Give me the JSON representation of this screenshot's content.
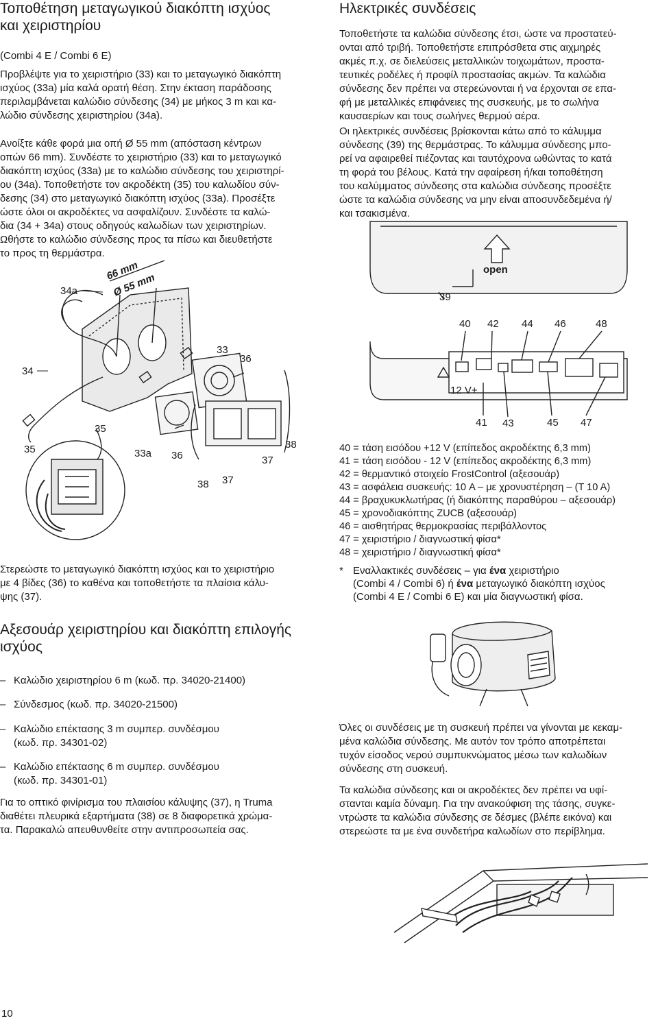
{
  "left": {
    "title": [
      "Τοποθέτηση μεταγωγικού διακόπτη ισχύος",
      "και χειριστηρίου"
    ],
    "models": "(Combi 4 E / Combi 6 E)",
    "para1": [
      "Προβλέψτε για το χειριστήριο (33) και το μεταγωγικό διακόπτη",
      "ισχύος (33a) μία καλά ορατή θέση. Στην έκταση παράδοσης",
      "περιλαμβάνεται καλώδιο σύνδεσης (34) με μήκος 3 m και κα-",
      "λώδιο σύνδεσης χειριστηρίου (34a)."
    ],
    "para2": [
      "Ανοίξτε κάθε φορά μια οπή Ø 55 mm (απόσταση κέντρων",
      "οπών 66 mm). Συνδέστε το χειριστήριο (33) και το μεταγωγικό",
      "διακόπτη ισχύος (33a) με το καλώδιο σύνδεσης του χειριστηρί-",
      "ου (34a). Τοποθετήστε τον ακροδέκτη (35) του καλωδίου σύν-",
      "δεσης (34) στο μεταγωγικό διακόπτη ισχύος (33a). Προσέξτε",
      "ώστε όλοι οι ακροδέκτες να ασφαλίζουν. Συνδέστε τα καλώ-",
      "δια (34 + 34a) στους οδηγούς καλωδίων των χειριστηρίων.",
      "Ωθήστε το καλώδιο σύνδεσης προς τα πίσω και διευθετήστε",
      "το προς τη θερμάστρα."
    ],
    "figure1": {
      "dim_spacing": "66 mm",
      "dim_hole": "Ø 55 mm",
      "labels": [
        "34a",
        "34",
        "33",
        "36",
        "35",
        "35",
        "33a",
        "36",
        "38",
        "37",
        "37",
        "38"
      ]
    },
    "para3": [
      "Στερεώστε το μεταγωγικό διακόπτη ισχύος και το χειριστήριο",
      "με 4 βίδες (36) το καθένα και τοποθετήστε τα πλαίσια κάλυ-",
      "ψης (37)."
    ],
    "accessories_title": [
      "Αξεσουάρ χειριστηρίου και διακόπτη επιλογής",
      "ισχύος"
    ],
    "accessories": [
      [
        "Καλώδιο χειριστηρίου 6 m (κωδ. πρ. 34020-21400)"
      ],
      [
        "Σύνδεσμος (κωδ. πρ. 34020-21500)"
      ],
      [
        "Καλώδιο επέκτασης 3 m συμπερ. συνδέσμου",
        "(κωδ. πρ. 34301-02)"
      ],
      [
        "Καλώδιο επέκτασης 6 m συμπερ. συνδέσμου",
        "(κωδ. πρ. 34301-01)"
      ]
    ],
    "para4": [
      "Για το οπτικό φινίρισμα του πλαισίου κάλυψης (37), η Truma",
      "διαθέτει πλευρικά εξαρτήματα (38) σε 8 διαφορετικά χρώμα-",
      "τα. Παρακαλώ απευθυνθείτε στην αντιπροσωπεία σας."
    ],
    "page_number": "10"
  },
  "right": {
    "title": "Ηλεκτρικές συνδέσεις",
    "para1": [
      "Τοποθετήστε τα καλώδια σύνδεσης έτσι, ώστε να προστατεύ-",
      "ονται από τριβή. Τοποθετήστε επιπρόσθετα στις αιχμηρές",
      "ακμές π.χ. σε διελεύσεις μεταλλικών τοιχωμάτων, προστα-",
      "τευτικές ροδέλες ή προφίλ προστασίας ακμών. Τα καλώδια",
      "σύνδεσης δεν πρέπει να στερεώνονται ή να έρχονται σε επα-",
      "φή με μεταλλικές επιφάνειες της συσκευής, με το σωλήνα",
      "καυσαερίων και τους σωλήνες θερμού αέρα."
    ],
    "para2": [
      "Οι ηλεκτρικές συνδέσεις βρίσκονται κάτω από το κάλυμμα",
      "σύνδεσης (39) της θερμάστρας. Το κάλυμμα σύνδεσης μπο-",
      "ρεί να αφαιρεθεί πιέζοντας και ταυτόχρονα ωθώντας το κατά",
      "τη φορά του βέλους. Κατά την αφαίρεση ή/και τοποθέτηση",
      "του καλύμματος σύνδεσης στα καλώδια σύνδεσης προσέξτε",
      "ώστε τα καλώδια σύνδεσης να μην είναι αποσυνδεδεμένα ή/",
      "και τσακισμένα."
    ],
    "figure2": {
      "open_label": "open",
      "cover_label": "39",
      "top_numbers": [
        "40",
        "42",
        "44",
        "46",
        "48"
      ],
      "bottom_numbers": [
        "41",
        "43",
        "45",
        "47"
      ],
      "voltage_label": "12 V+"
    },
    "legend": [
      "40 = τάση εισόδου +12 V (επίπεδος ακροδέκτης 6,3 mm)",
      "41 = τάση εισόδου - 12 V (επίπεδος ακροδέκτης 6,3 mm)",
      "42 = θερμαντικό στοιχείο FrostControl (αξεσουάρ)",
      "43 = ασφάλεια συσκευής: 10 A – με χρονυστέρηση – (T 10 A)",
      "44 = βραχυκυκλωτήρας (ή διακόπτης παραθύρου – αξεσουάρ)",
      "45 = χρονοδιακόπτης ZUCB (αξεσουάρ)",
      "46 = αισθητήρας θερμοκρασίας περιβάλλοντος",
      "47 = χειριστήριο / διαγνωστική φίσα*",
      "48 = χειριστήριο / διαγνωστική φίσα*"
    ],
    "note": {
      "star": "*",
      "line1_a": "Εναλλακτικές συνδέσεις – για ",
      "line1_b": "ένα",
      "line1_c": " χειριστήριο",
      "line2_a": "(Combi 4 / Combi 6) ή ",
      "line2_b": "ένα",
      "line2_c": " μεταγωγικό διακόπτη ισχύος",
      "line3": "(Combi 4 E / Combi 6 E) και μία διαγνωστική φίσα."
    },
    "para3": [
      "Όλες οι συνδέσεις με τη συσκευή πρέπει να γίνονται με κεκαμ-",
      "μένα καλώδια σύνδεσης. Με αυτόν τον τρόπο αποτρέπεται",
      "τυχόν είσοδος νερού συμπυκνώματος μέσω των καλωδίων",
      "σύνδεσης στη συσκευή."
    ],
    "para4": [
      "Τα καλώδια σύνδεσης και οι ακροδέκτες δεν πρέπει να υφί-",
      "στανται καμία δύναμη. Για την ανακούφιση της τάσης, συγκε-",
      "ντρώστε τα καλώδια σύνδεσης σε δέσμες (βλέπε εικόνα) και",
      "στερεώστε τα με ένα συνδετήρα καλωδίων στο περίβλημα."
    ]
  }
}
